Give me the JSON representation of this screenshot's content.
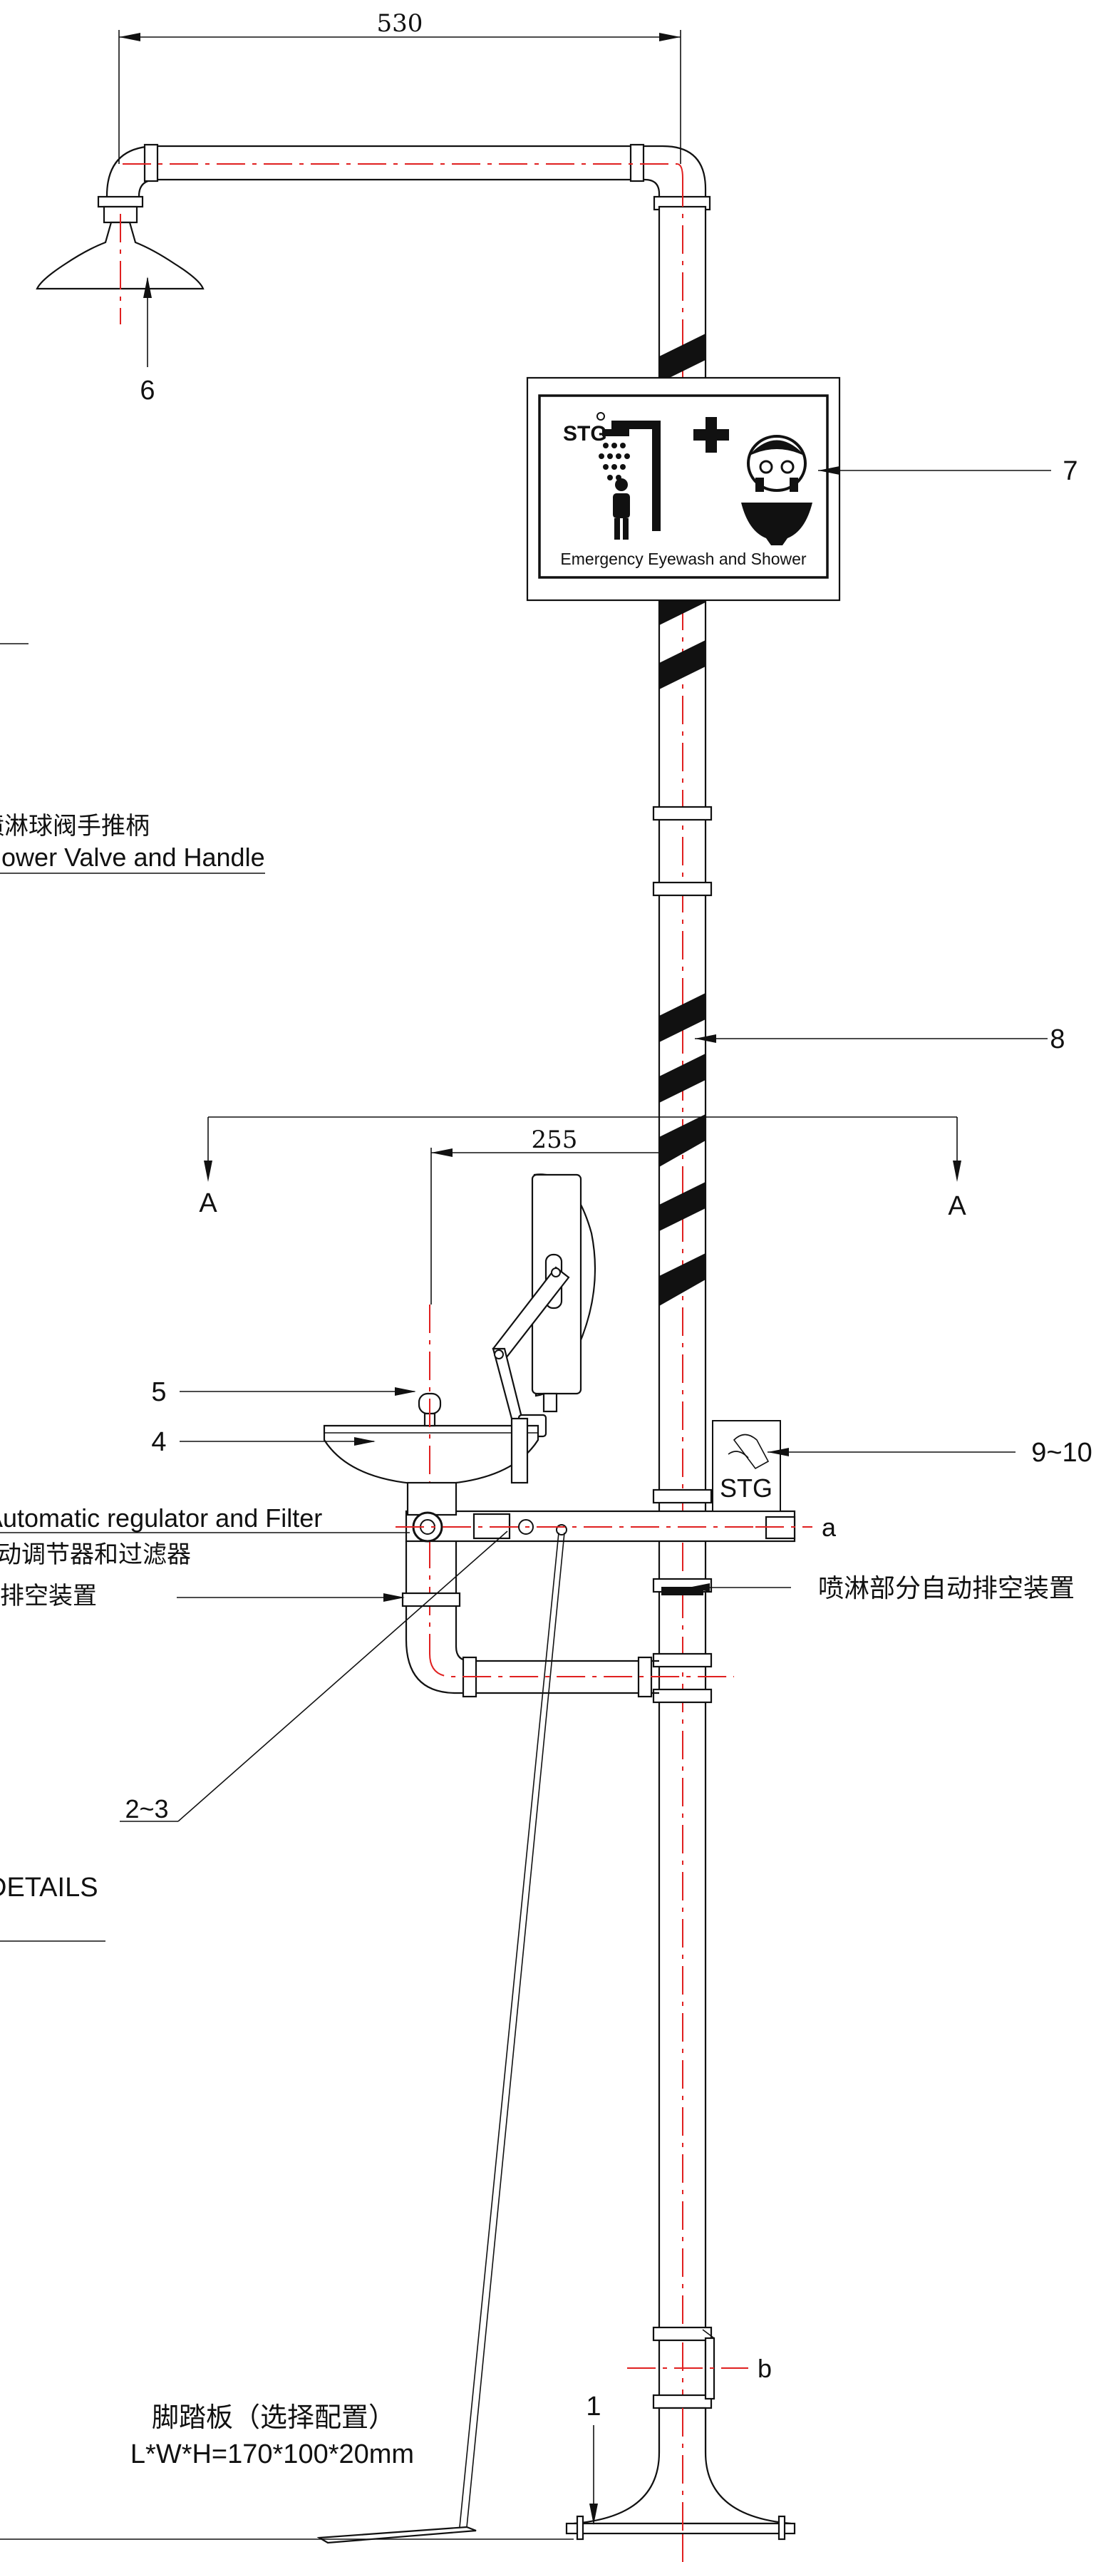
{
  "dimensions": {
    "top_width": "530",
    "basin_offset": "255"
  },
  "callouts": {
    "c1": "1",
    "c2_3": "2~3",
    "c4": "4",
    "c5": "5",
    "c6": "6",
    "c7": "7",
    "c8": "8",
    "c9_10": "9~10"
  },
  "section_marks": {
    "left": "A",
    "right": "A",
    "a": "a",
    "b": "b"
  },
  "sign": {
    "logo": "STG",
    "caption": "Emergency Eyewash and Shower"
  },
  "tag": {
    "label": "STG"
  },
  "labels": {
    "valve_cn": "喷淋球阀手推柄",
    "valve_en": "Shower Valve and Handle",
    "regulator_en": "Automatic regulator and Filter",
    "regulator_cn": "自动调节器和过滤器",
    "auto_drain_left": "自动排空装置",
    "auto_drain_right": "喷淋部分自动排空装置",
    "details": "DETAILS",
    "pedal_cn": "脚踏板（选择配置）",
    "pedal_dims": "L*W*H=170*100*20mm"
  }
}
